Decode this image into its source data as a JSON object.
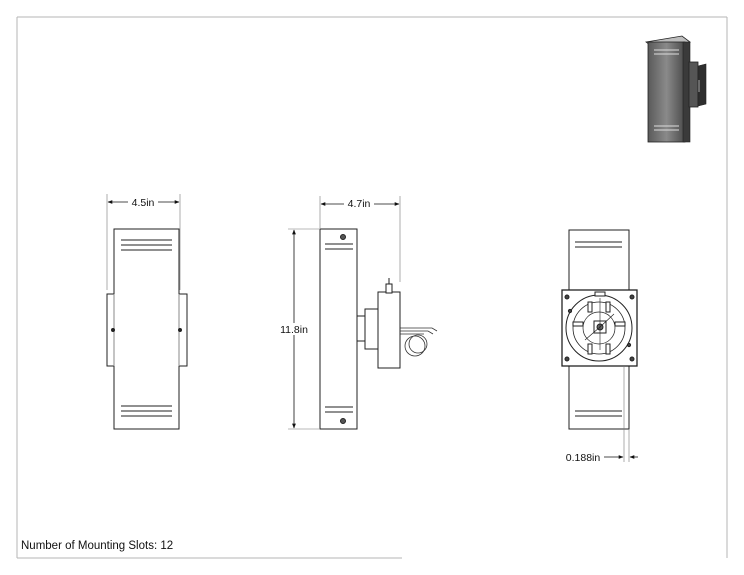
{
  "dimensions": {
    "front_width": "4.5in",
    "side_depth": "4.7in",
    "side_height": "11.8in",
    "back_offset": "0.188in"
  },
  "note": "Number of Mounting Slots: 12",
  "views": [
    "iso-thumbnail",
    "front-view",
    "side-view",
    "back-view"
  ]
}
